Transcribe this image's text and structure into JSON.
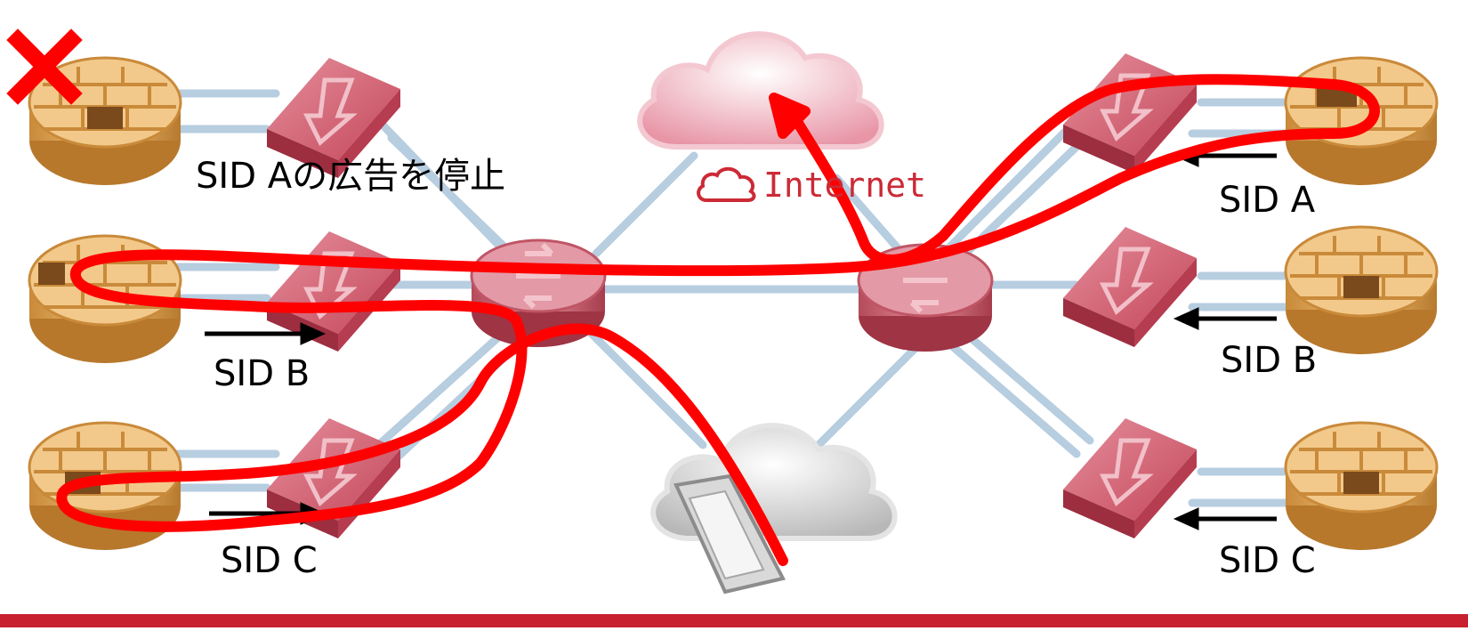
{
  "colors": {
    "link": "#b7cde0",
    "path": "#ff0000",
    "router": "#d8707f",
    "switch": "#c94a5c",
    "firewall": "#e0a050",
    "internet_cloud": "#f2b7c2",
    "private_cloud": "#cfcfcf",
    "bottom_bar": "#c8202f",
    "fail_mark": "#ff0000"
  },
  "labels": {
    "left": {
      "sid_b": "SID B",
      "sid_c": "SID C"
    },
    "right": {
      "sid_a": "SID A",
      "sid_b": "SID B",
      "sid_c": "SID C"
    },
    "stop_note": "SID Aの広告を停止",
    "internet": "Internet"
  },
  "icons": {
    "failed_firewall_marker": "cross-icon",
    "internet": "cloud-icon"
  }
}
